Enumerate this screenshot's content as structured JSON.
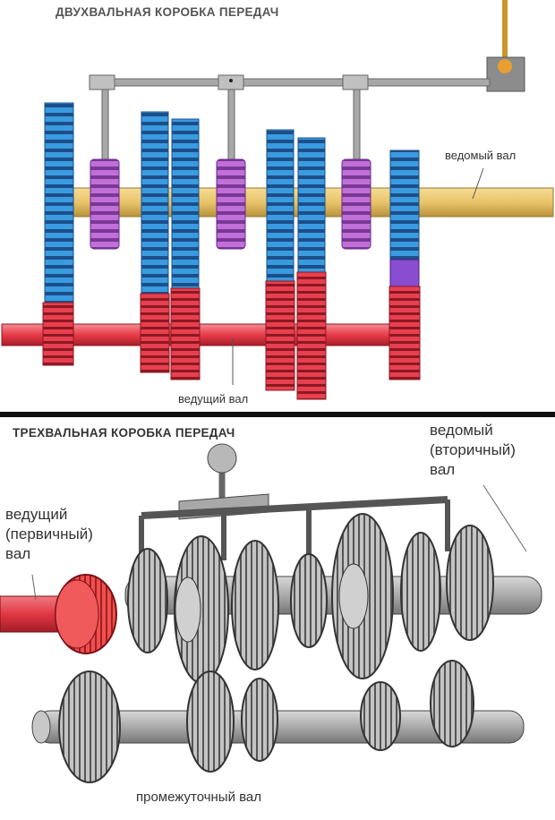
{
  "top": {
    "title": "ДВУХВАЛЬНАЯ КОРОБКА ПЕРЕДАЧ",
    "driven_shaft_label": "ведомый вал",
    "drive_shaft_label": "ведущий вал"
  },
  "bottom": {
    "title": "ТРЕХВАЛЬНАЯ КОРОБКА ПЕРЕДАЧ",
    "driven_shaft_label": "ведомый\n(вторичный)\nвал",
    "drive_shaft_label": "ведущий\n(первичный)\nвал",
    "counter_shaft_label": "промежуточный вал"
  },
  "colors": {
    "driven_shaft": "#e8c46a",
    "drive_shaft": "#e83c48",
    "driven_gear": "#3a9be0",
    "drive_gear": "#e84050",
    "synchronizer": "#b05cc8",
    "selector_rod": "#9a9a9a",
    "gearbox_gray": "#b4b4b4",
    "primary_gear": "#f04a4a"
  }
}
